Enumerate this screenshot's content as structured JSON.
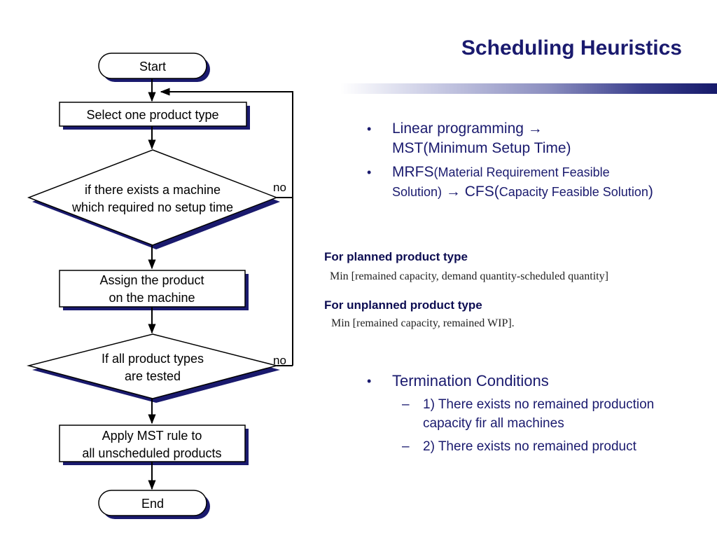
{
  "slide": {
    "title": "Scheduling Heuristics"
  },
  "flowchart": {
    "start": "Start",
    "select": "Select one product type",
    "decision1": [
      "if there exists a machine",
      "which required no setup time"
    ],
    "assign": [
      "Assign the product",
      "on the machine"
    ],
    "decision2": [
      "If all product types",
      "are tested"
    ],
    "apply": [
      "Apply MST rule to",
      "all unscheduled products"
    ],
    "end": "End",
    "no_label_1": "no",
    "no_label_2": "no"
  },
  "bullets": {
    "item1_line1": "Linear programming →",
    "item1_line2": "MST(Minimum Setup Time)",
    "item2_a": "MRFS",
    "item2_b": "(Material Requirement Feasible Solution)",
    "item2_arrow": " → ",
    "item2_c": "CFS(",
    "item2_d": "Capacity Feasible Solution",
    "item2_e": ")"
  },
  "rules": {
    "planned_heading": "For planned product type",
    "planned_formula": "Min [remained capacity, demand quantity-scheduled quantity]",
    "unplanned_heading": "For unplanned product type",
    "unplanned_formula": "Min [remained capacity, remained WIP]."
  },
  "termination": {
    "heading": "Termination Conditions",
    "items": [
      "1) There exists no remained production capacity fir all machines",
      "2) There exists no remained product"
    ]
  },
  "colors": {
    "title": "#1a1a6e",
    "shape_shadow": "#1a1a6e",
    "shape_border": "#000000"
  }
}
